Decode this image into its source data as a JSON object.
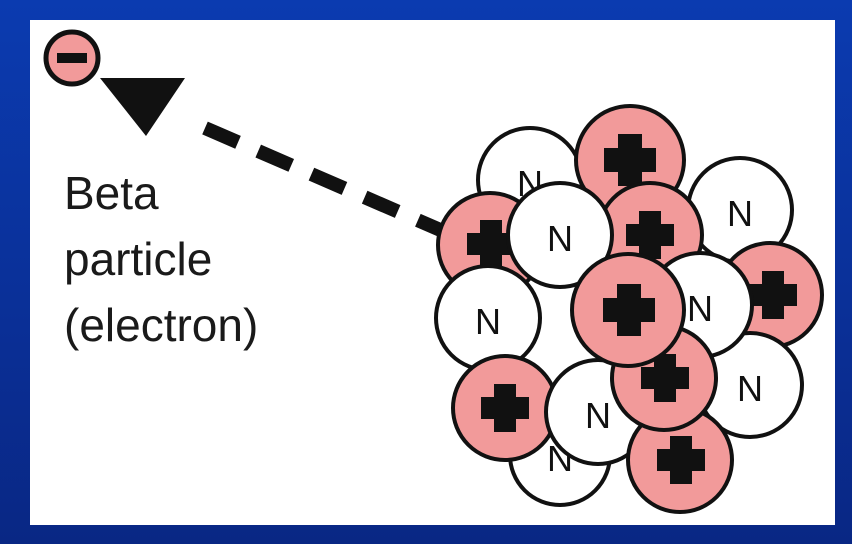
{
  "caption": {
    "line1": "Beta",
    "line2": "particle",
    "line3": "(electron)"
  },
  "electron": {
    "symbol": "−",
    "color": "#f29a9a"
  },
  "proton": {
    "symbol": "+",
    "color": "#f29a9a"
  },
  "neutron": {
    "symbol": "N",
    "color": "#ffffff"
  }
}
